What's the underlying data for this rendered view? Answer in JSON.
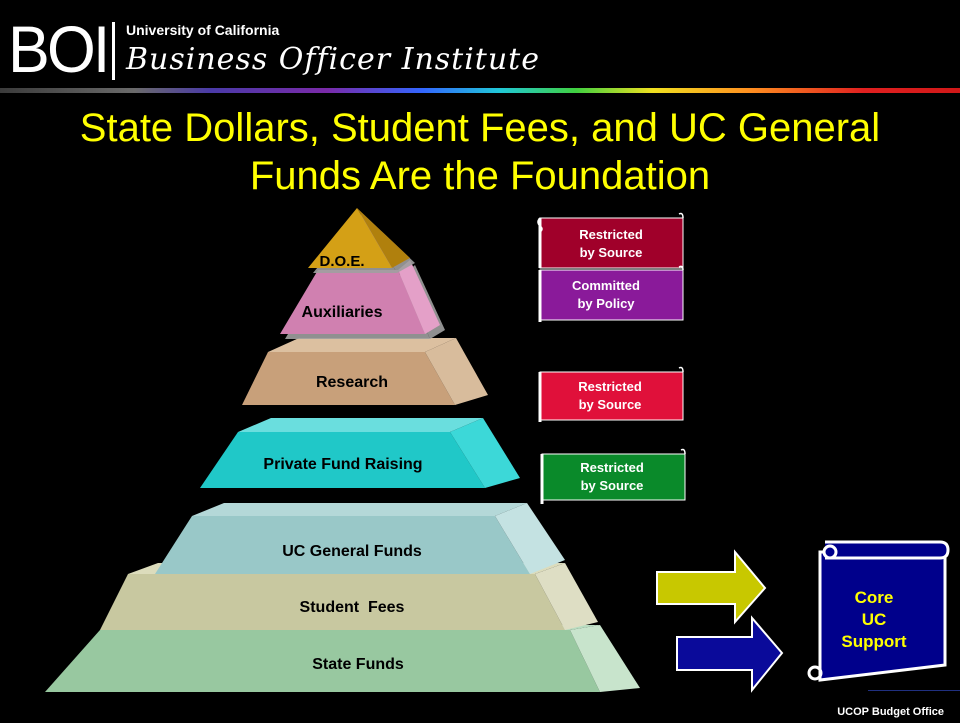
{
  "logo": {
    "mark": "BOI",
    "university": "University of California",
    "institute": "Business Officer Institute"
  },
  "title": {
    "line1": "State Dollars, Student Fees, and UC General",
    "line2": "Funds Are the Foundation"
  },
  "pyramid": {
    "tiers": [
      {
        "label": "D.O.E.",
        "color": "#d4a017"
      },
      {
        "label": "Auxiliaries",
        "color": "#d080b0"
      },
      {
        "label": "Research",
        "color": "#c8a07a"
      },
      {
        "label": "Private Fund Raising",
        "color": "#20c8c8"
      },
      {
        "label": "UC General Funds",
        "color": "#99c8c8"
      },
      {
        "label": "Student  Fees",
        "color": "#c8c8a0"
      },
      {
        "label": "State Funds",
        "color": "#98c8a0"
      }
    ]
  },
  "scrolls": [
    {
      "line1": "Restricted",
      "line2": "by Source",
      "color": "#a0002a"
    },
    {
      "line1": "Committed",
      "line2": "by Policy",
      "color": "#8a1a9a"
    },
    {
      "line1": "Restricted",
      "line2": "by Source",
      "color": "#e0103a"
    },
    {
      "line1": "Restricted",
      "line2": "by Source",
      "color": "#0a8a2a"
    }
  ],
  "core_support": {
    "line1": "Core",
    "line2": "UC",
    "line3": "Support",
    "color": "#00008b",
    "text_color": "#ffff00"
  },
  "arrows": [
    {
      "color": "#c8c800"
    },
    {
      "color": "#0a0a9a"
    }
  ],
  "footer": "UCOP Budget Office"
}
